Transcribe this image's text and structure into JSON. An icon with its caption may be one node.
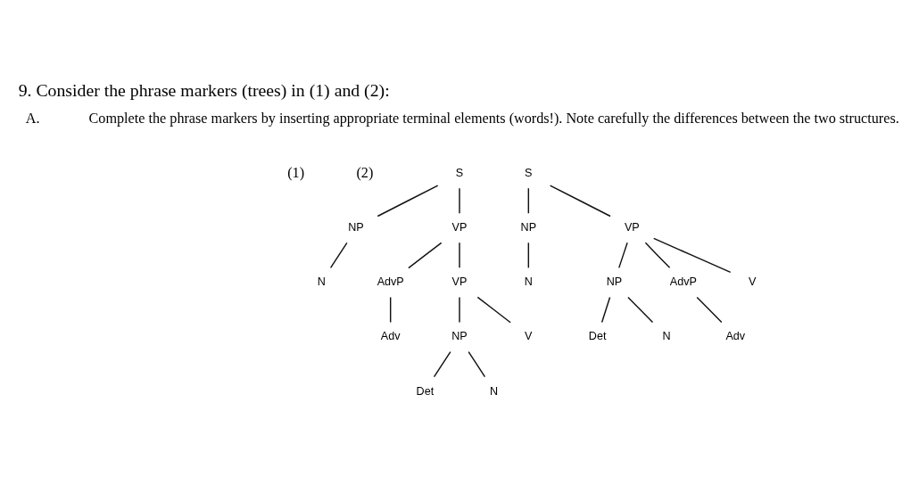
{
  "diagram": {
    "title": "9. Consider the phrase markers (trees) in (1) and (2):",
    "nodes": [
      {
        "text": [
          "S"
        ]
      },
      {
        "text": [
          "NP"
        ]
      },
      {
        "text": [
          "N"
        ]
      },
      {
        "text": [
          "VP"
        ]
      },
      {
        "text": [
          "V"
        ]
      },
      {
        "text": [
          "NP"
        ]
      },
      {
        "text": [
          "Det"
        ]
      },
      {
        "text": [
          "N"
        ]
      },
      {
        "text": [
          "AdvP"
        ]
      },
      {
        "text": [
          "Adv"
        ]
      },
      {
        "text": [
          "S"
        ]
      },
      {
        "text": [
          "NP"
        ]
      },
      {
        "text": [
          "N"
        ]
      },
      {
        "text": [
          "VP"
        ]
      },
      {
        "text": [
          "VP"
        ]
      },
      {
        "text": [
          "V"
        ]
      },
      {
        "text": [
          "NP"
        ]
      },
      {
        "text": [
          "Det"
        ]
      },
      {
        "text": [
          "N"
        ]
      },
      {
        "text": [
          "AdvP"
        ]
      },
      {
        "text": [
          "Adv"
        ]
      }
    ],
    "edges": [
      {
        "from": 0,
        "to": 1,
        "arrow": "none"
      },
      {
        "from": 0,
        "to": 3,
        "arrow": "none"
      },
      {
        "from": 1,
        "to": 2,
        "arrow": "none"
      },
      {
        "from": 3,
        "to": 4,
        "arrow": "none"
      },
      {
        "from": 3,
        "to": 5,
        "arrow": "none"
      },
      {
        "from": 3,
        "to": 8,
        "arrow": "none"
      },
      {
        "from": 5,
        "to": 6,
        "arrow": "none"
      },
      {
        "from": 5,
        "to": 7,
        "arrow": "none"
      },
      {
        "from": 8,
        "to": 9,
        "arrow": "none"
      },
      {
        "from": 10,
        "to": 11,
        "arrow": "none"
      },
      {
        "from": 10,
        "to": 13,
        "arrow": "none"
      },
      {
        "from": 11,
        "to": 12,
        "arrow": "none"
      },
      {
        "from": 13,
        "to": 14,
        "arrow": "none"
      },
      {
        "from": 13,
        "to": 19,
        "arrow": "none"
      },
      {
        "from": 14,
        "to": 15,
        "arrow": "none"
      },
      {
        "from": 14,
        "to": 16,
        "arrow": "none"
      },
      {
        "from": 16,
        "to": 17,
        "arrow": "none"
      },
      {
        "from": 16,
        "to": 18,
        "arrow": "none"
      },
      {
        "from": 19,
        "to": 20,
        "arrow": "none"
      }
    ],
    "labels": [
      "A.",
      "Complete the phrase markers by inserting appropriate terminal elements (words!). Note carefully the differences between the two structures.",
      "(1)",
      "(2)"
    ]
  }
}
